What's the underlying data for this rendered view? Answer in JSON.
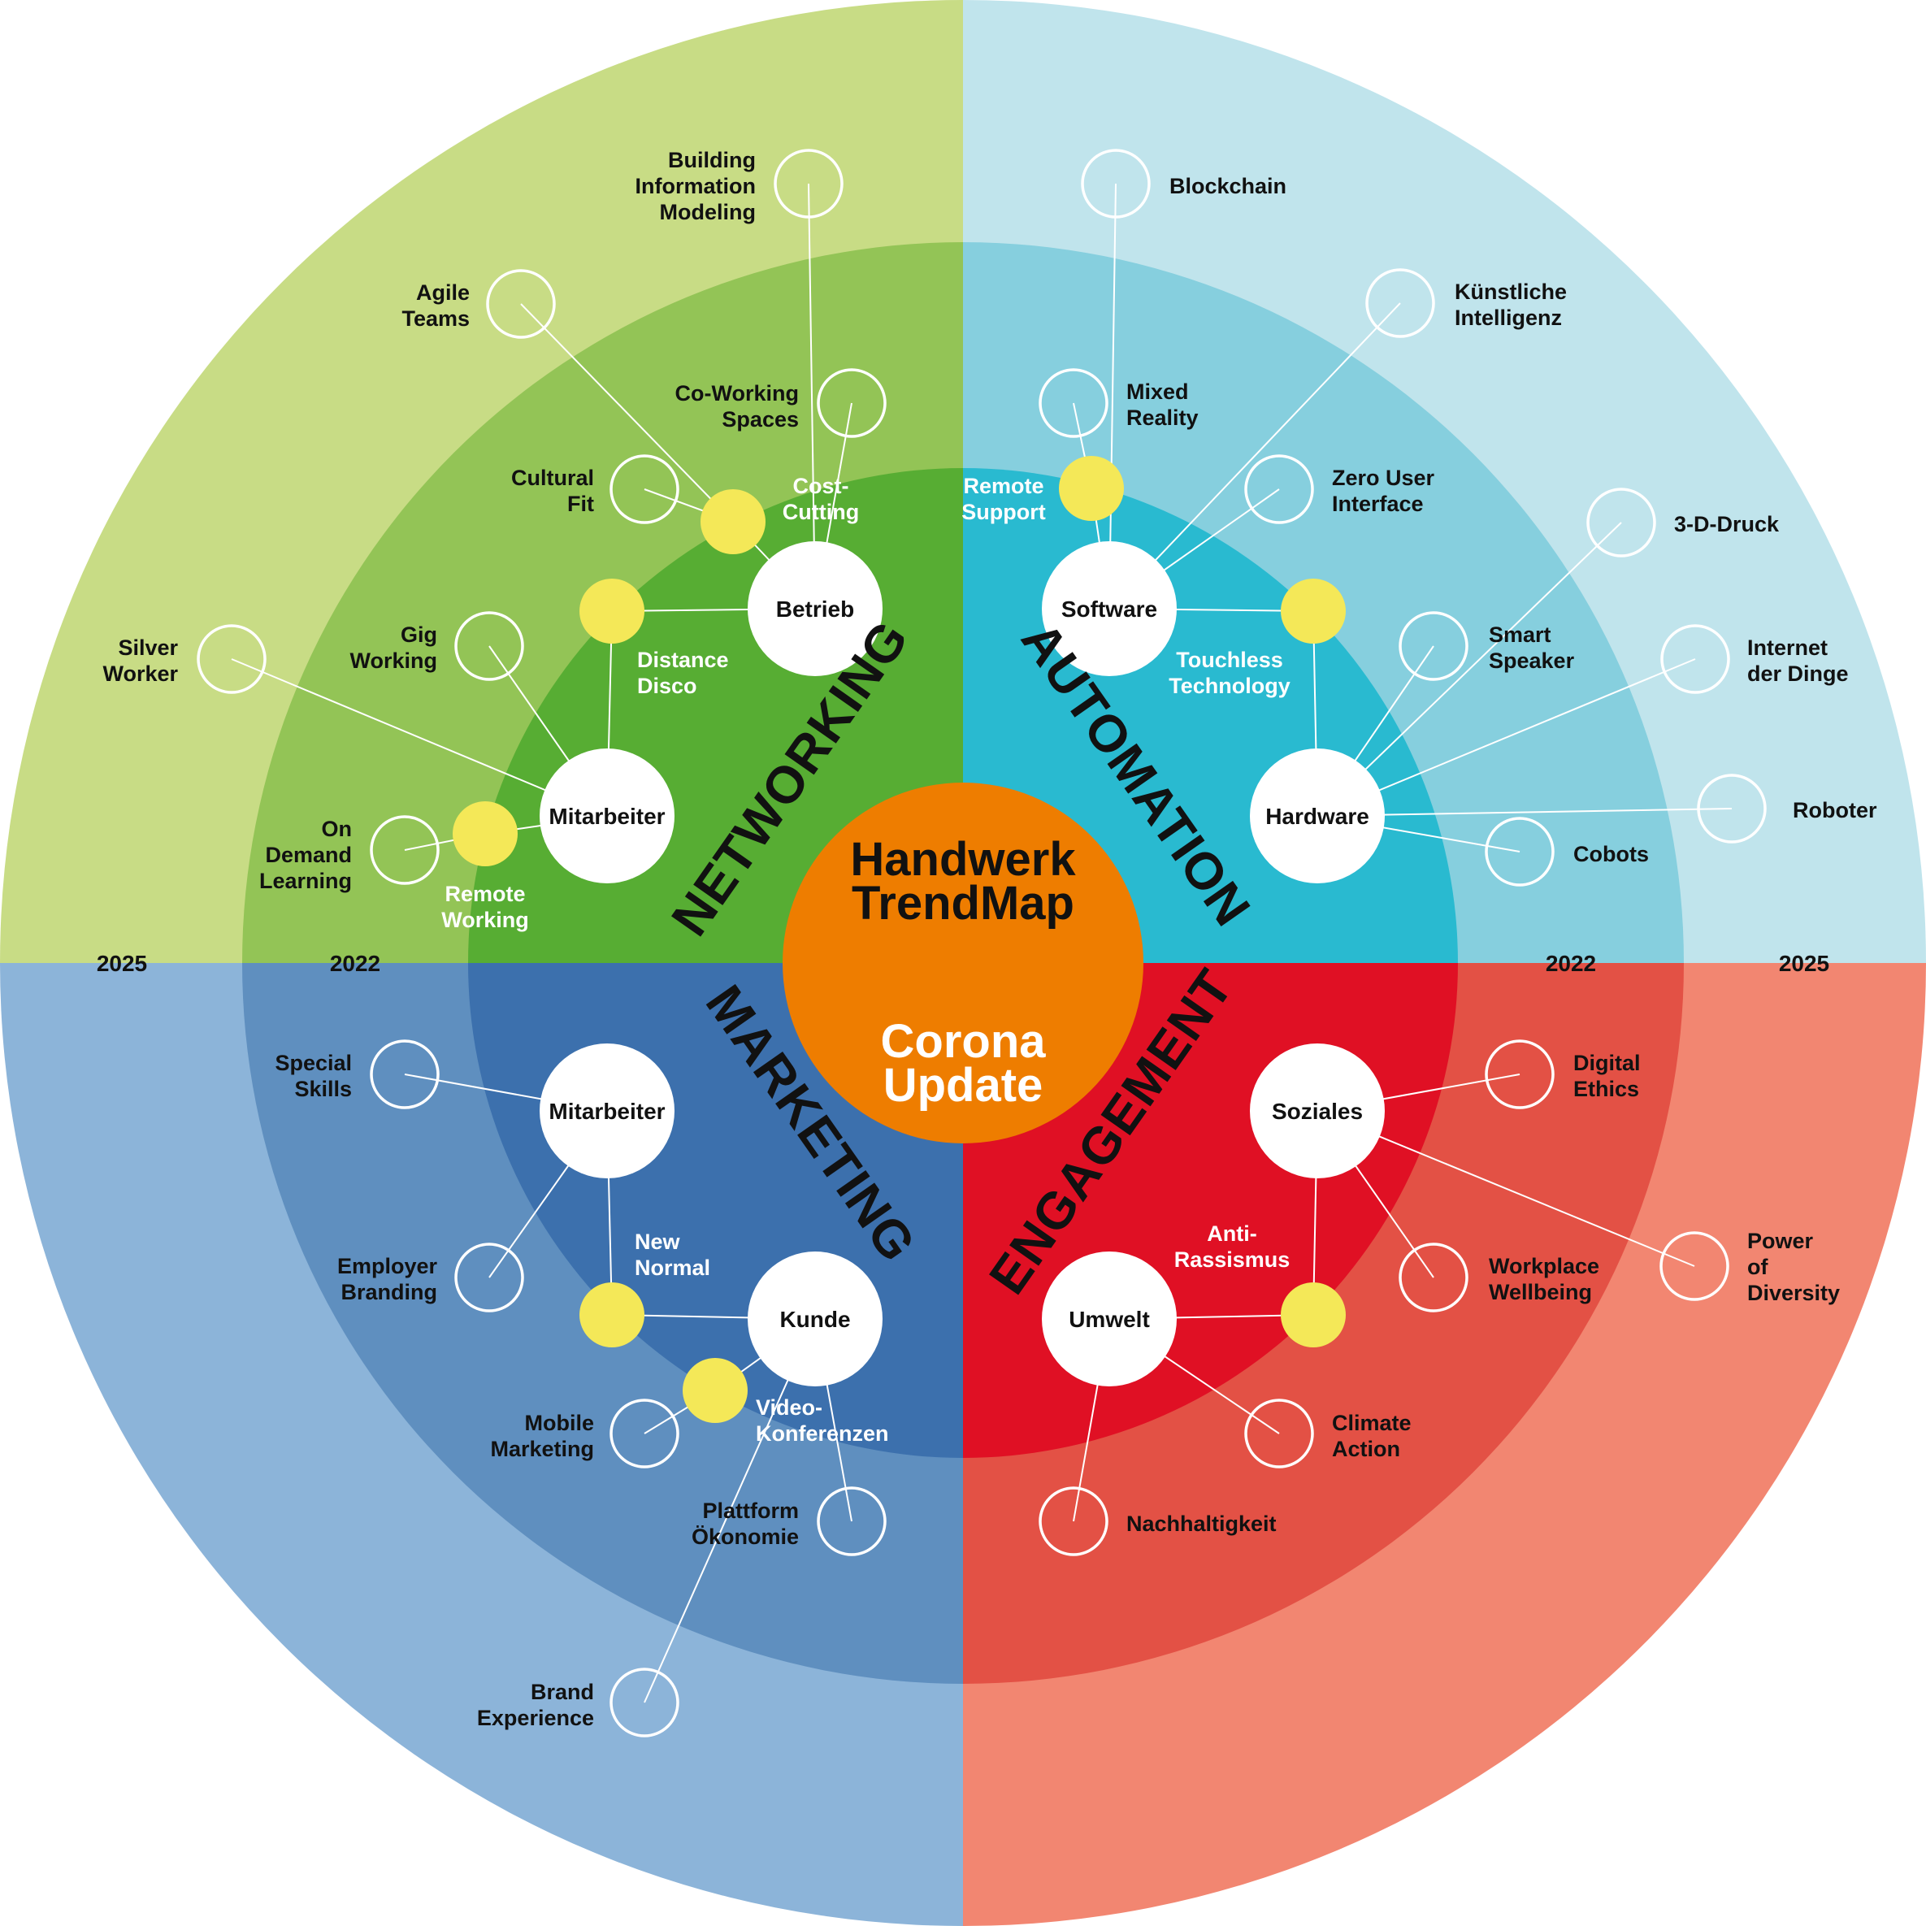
{
  "title": {
    "line1": "Handwerk",
    "line2": "TrendMap"
  },
  "subtitle": {
    "line1": "Corona",
    "line2": "Update"
  },
  "years": [
    "2025",
    "2022",
    "2022",
    "2025"
  ],
  "colors": {
    "networking": [
      "#c8dc85",
      "#93c456",
      "#57ad33"
    ],
    "automation": [
      "#c0e4ec",
      "#86cfde",
      "#29bad0"
    ],
    "marketing": [
      "#8cb4d9",
      "#5f8fbf",
      "#3c70ad"
    ],
    "engagement": [
      "#f28671",
      "#e35145",
      "#e01024"
    ],
    "center": "#ee7d00",
    "corona": "#f4e858",
    "hub": "#ffffff",
    "link": "#ffffff"
  },
  "quadrants": [
    "NETWORKING",
    "AUTOMATION",
    "MARKETING",
    "ENGAGEMENT"
  ],
  "hubs": {
    "betrieb": "Betrieb",
    "mitarbeiter_nw": "Mitarbeiter",
    "software": "Software",
    "hardware": "Hardware",
    "mitarbeiter_mk": "Mitarbeiter",
    "kunde": "Kunde",
    "soziales": "Soziales",
    "umwelt": "Umwelt"
  },
  "corona_trends": {
    "cost_cutting": [
      "Cost-",
      "Cutting"
    ],
    "distance_disco": [
      "Distance",
      "Disco"
    ],
    "remote_working": [
      "Remote",
      "Working"
    ],
    "remote_support": [
      "Remote",
      "Support"
    ],
    "touchless": [
      "Touchless",
      "Technology"
    ],
    "new_normal": [
      "New",
      "Normal"
    ],
    "videokonferenzen": [
      "Video-",
      "Konferenzen"
    ],
    "anti_rassismus": [
      "Anti-",
      "Rassismus"
    ]
  },
  "trends": {
    "bim": [
      "Building",
      "Information",
      "Modeling"
    ],
    "agile": [
      "Agile",
      "Teams"
    ],
    "coworking": [
      "Co-Working",
      "Spaces"
    ],
    "cultural": [
      "Cultural",
      "Fit"
    ],
    "silver": [
      "Silver",
      "Worker"
    ],
    "gig": [
      "Gig",
      "Working"
    ],
    "ondemand": [
      "On",
      "Demand",
      "Learning"
    ],
    "blockchain": [
      "Blockchain"
    ],
    "ki": [
      "Künstliche",
      "Intelligenz"
    ],
    "mixed": [
      "Mixed",
      "Reality"
    ],
    "zero": [
      "Zero User",
      "Interface"
    ],
    "druck": [
      "3-D-Druck"
    ],
    "smart": [
      "Smart",
      "Speaker"
    ],
    "iot": [
      "Internet",
      "der Dinge"
    ],
    "roboter": [
      "Roboter"
    ],
    "cobots": [
      "Cobots"
    ],
    "special": [
      "Special",
      "Skills"
    ],
    "employer": [
      "Employer",
      "Branding"
    ],
    "mobile": [
      "Mobile",
      "Marketing"
    ],
    "plattform": [
      "Plattform",
      "Ökonomie"
    ],
    "brand": [
      "Brand",
      "Experience"
    ],
    "digital": [
      "Digital",
      "Ethics"
    ],
    "diversity": [
      "Power",
      "of",
      "Diversity"
    ],
    "wellbeing": [
      "Workplace",
      "Wellbeing"
    ],
    "climate": [
      "Climate",
      "Action"
    ],
    "nachhaltigkeit": [
      "Nachhaltigkeit"
    ]
  }
}
